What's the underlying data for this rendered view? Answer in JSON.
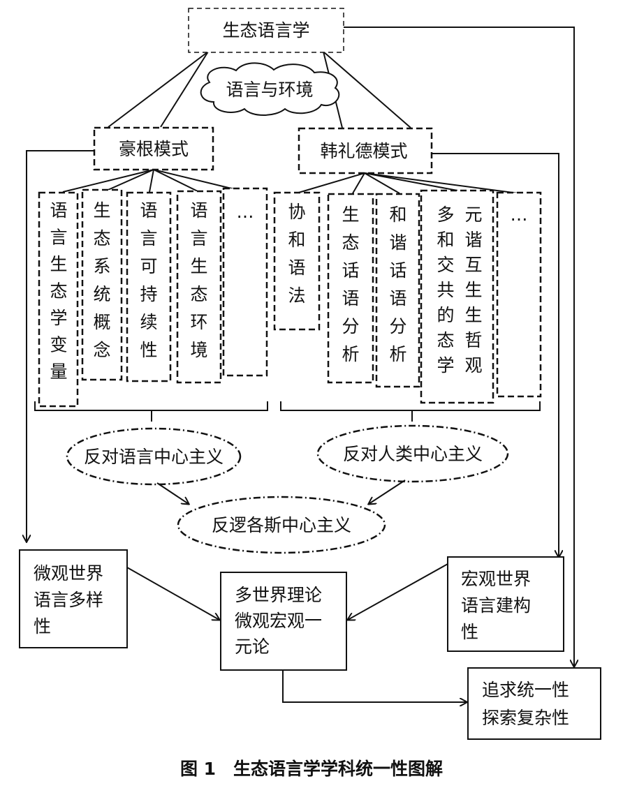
{
  "top_node": "生态语言学",
  "cloud": "语言与环境",
  "halliday_model": "豪根模式",
  "hallidayan_model": "韩礼德模式",
  "haugen_items": [
    {
      "label": "语言生态学变量"
    },
    {
      "label": "生态系统概念"
    },
    {
      "label": "语言可持续性"
    },
    {
      "label": "语言生态环境"
    },
    {
      "label": "…"
    }
  ],
  "halliday_items": [
    {
      "label": "协和语法"
    },
    {
      "label": "生态话语分析"
    },
    {
      "label": "和谐话语分析"
    },
    {
      "label": "多元和谐交互共生的生态哲学观"
    },
    {
      "label": "…"
    }
  ],
  "ellipse_left": "反对语言中心主义",
  "ellipse_right": "反对人类中心主义",
  "ellipse_center": "反逻各斯中心主义",
  "box_micro": [
    "微观世界",
    "语言多样",
    "性"
  ],
  "box_multi": [
    "多世界理论",
    "微观宏观一",
    "元论"
  ],
  "box_macro": [
    "宏观世界",
    "语言建构",
    "性"
  ],
  "box_pursue": [
    "追求统一性",
    "探索复杂性"
  ],
  "caption": "图 1　生态语言学学科统一性图解"
}
